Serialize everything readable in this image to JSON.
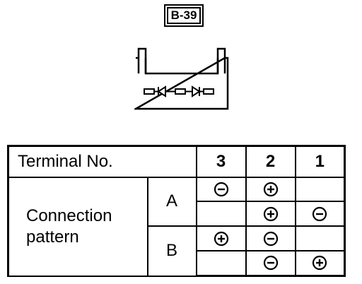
{
  "badge": "B-39",
  "icons": {
    "plus": "plus-circle-icon",
    "minus": "minus-circle-icon"
  },
  "table": {
    "header": {
      "label": "Terminal No.",
      "cols": [
        "3",
        "2",
        "1"
      ]
    },
    "row_label_line1": "Connection",
    "row_label_line2": "pattern",
    "patterns": [
      {
        "name": "A",
        "rows": [
          [
            "minus",
            "plus",
            ""
          ],
          [
            "",
            "plus",
            "minus"
          ]
        ]
      },
      {
        "name": "B",
        "rows": [
          [
            "plus",
            "minus",
            ""
          ],
          [
            "",
            "minus",
            "plus"
          ]
        ]
      }
    ]
  }
}
